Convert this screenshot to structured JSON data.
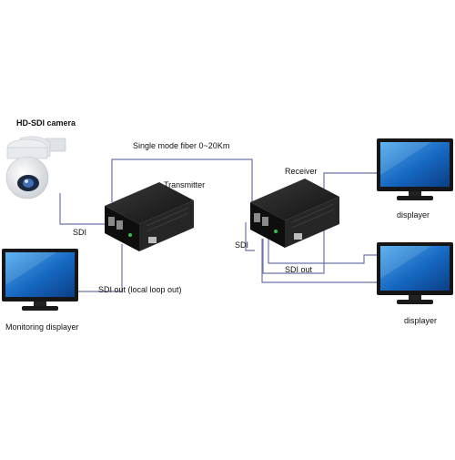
{
  "labels": {
    "camera": "HD-SDI camera",
    "fiber": "Single mode fiber 0~20Km",
    "transmitter": "Transmitter",
    "receiver": "Receiver",
    "sdi_in": "SDI",
    "sdi_loop": "SDI out (local loop out)",
    "sdi_rx": "SDI",
    "sdi_out": "SDI out",
    "monitoring": "Monitoring displayer",
    "displayer_top": "displayer",
    "displayer_bottom": "displayer"
  },
  "colors": {
    "cable": "#6d74a8",
    "device_dark": "#1b1b1b",
    "screen_blue": "#1e6fc0",
    "camera_body": "#e9ecef"
  },
  "icons": {
    "camera": "ptz-dome-camera-icon",
    "monitor": "lcd-monitor-icon",
    "device": "fiber-converter-box-icon"
  }
}
